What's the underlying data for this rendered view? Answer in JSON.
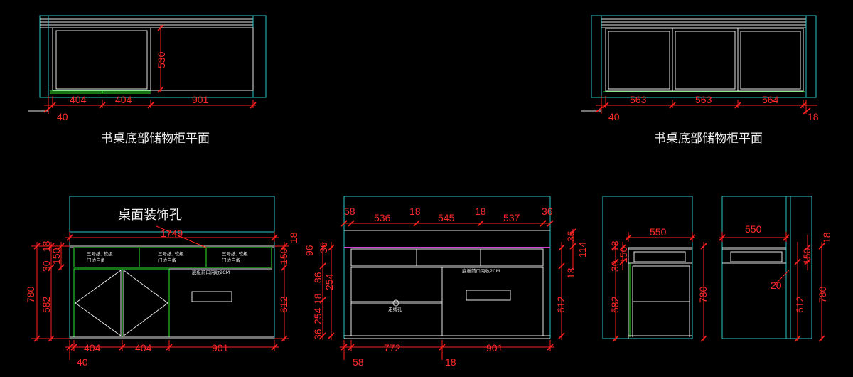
{
  "titles": {
    "plan_left": "书桌底部储物柜平面",
    "plan_right": "书桌底部储物柜平面",
    "decor_hole": "桌面装饰孔"
  },
  "notes": {
    "bin1": "三号纸, 软级",
    "bin1b": "门边自备",
    "bin2": "三号纸, 软级",
    "bin2b": "门边自备",
    "bin3": "三号纸, 软级",
    "bin3b": "门边自备",
    "drawer_note_a": "底板前口内收2CM",
    "drawer_note_b": "底板前口内收2CM",
    "small_hole": "走线孔"
  },
  "dims": {
    "pl_404a": "404",
    "pl_404b": "404",
    "pl_901": "901",
    "pl_530": "530",
    "pl_40": "40",
    "pr_563a": "563",
    "pr_563b": "563",
    "pr_564": "564",
    "pr_40": "40",
    "pr_18": "18",
    "fl_1749": "1749",
    "fl_780": "780",
    "fl_30": "30",
    "fl_18": "18",
    "fl_150": "150",
    "fl_582": "582",
    "fl_18r": "18",
    "fl_150r": "150",
    "fl_612": "612",
    "fl_404a": "404",
    "fl_404b": "404",
    "fl_901": "901",
    "fl_40": "40",
    "fm_58": "58",
    "fm_536": "536",
    "fm_18a": "18",
    "fm_545": "545",
    "fm_18b": "18",
    "fm_537": "537",
    "fm_36": "36",
    "fm_96": "96",
    "fm_36b": "36",
    "fm_86": "86",
    "fm_254a": "254",
    "fm_18c": "18",
    "fm_254b": "254",
    "fm_36c": "36",
    "fm_36r": "36",
    "fm_114": "114",
    "fm_18r": "18",
    "fm_612": "612",
    "fm_772": "772",
    "fm_901": "901",
    "fm_58b": "58",
    "fm_18d": "18",
    "s1_550": "550",
    "s1_30": "30",
    "s1_18": "18",
    "s1_150": "150",
    "s1_582": "582",
    "s1_780": "780",
    "s2_550": "550",
    "s2_18": "18",
    "s2_150": "150",
    "s2_20": "20",
    "s2_612": "612",
    "s2_780": "780"
  }
}
